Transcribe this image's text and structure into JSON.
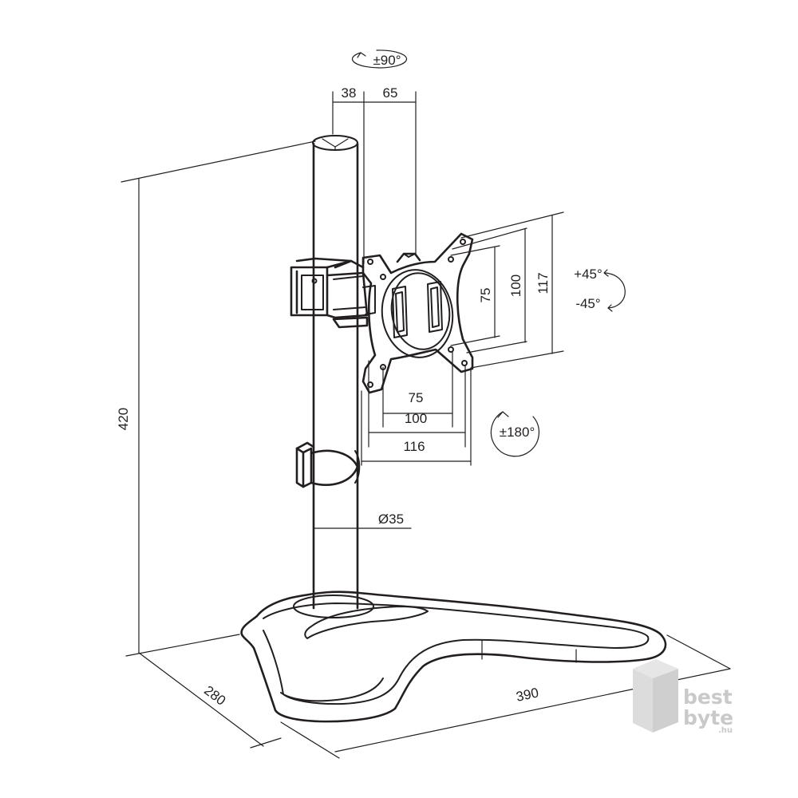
{
  "dimensions": {
    "rotation_top": "±90°",
    "offset_38": "38",
    "offset_65": "65",
    "height_420": "420",
    "vesa_v_75": "75",
    "vesa_v_100": "100",
    "plate_117": "117",
    "tilt_plus": "+45°",
    "tilt_minus": "-45°",
    "vesa_h_75": "75",
    "vesa_h_100": "100",
    "plate_116": "116",
    "rotate_180": "±180°",
    "pole_diameter": "Ø35",
    "base_depth": "280",
    "base_width": "390"
  },
  "watermark": {
    "line1": "best",
    "line2": "byte",
    "suffix": ".hu",
    "color": "#c9c9c9"
  }
}
